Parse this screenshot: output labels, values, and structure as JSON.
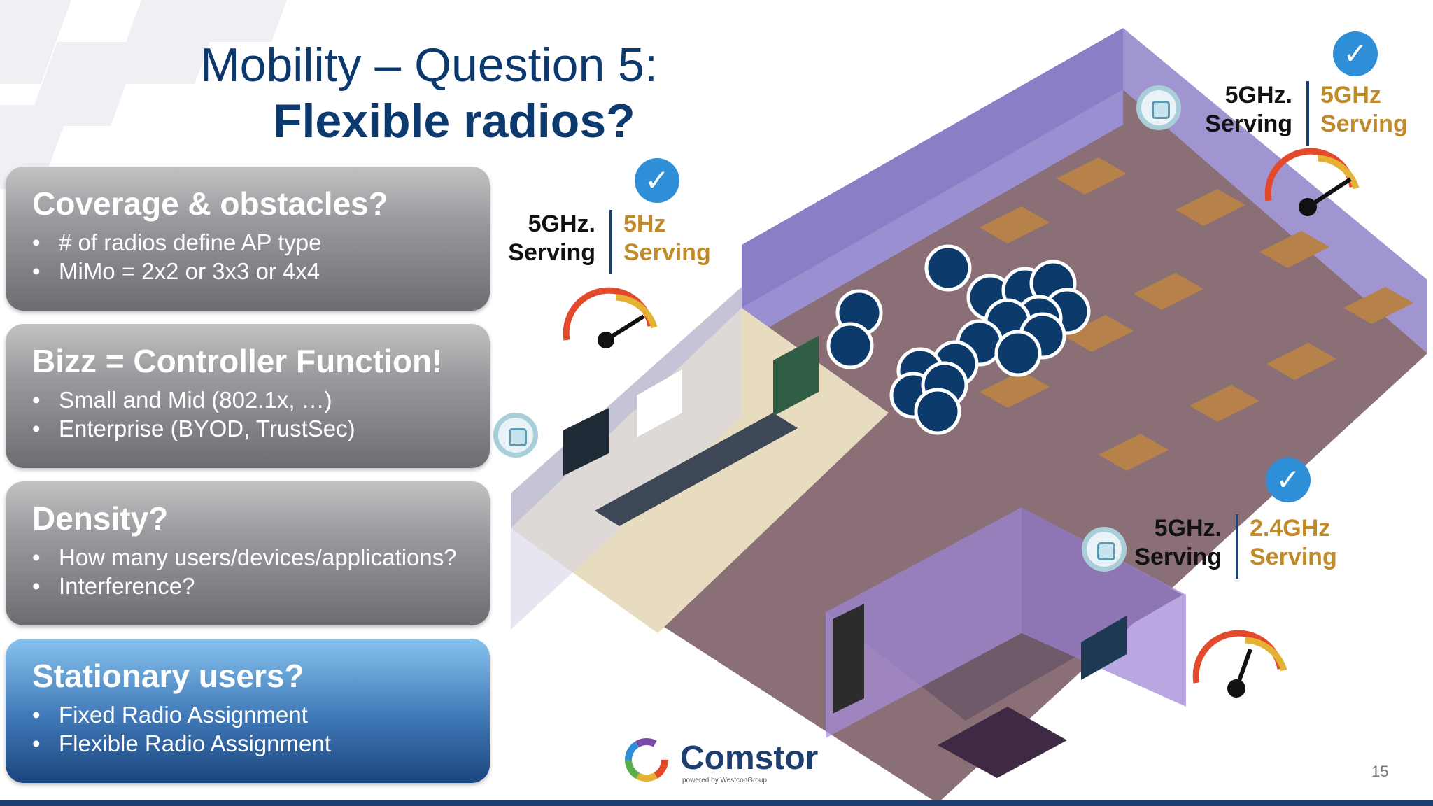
{
  "title": {
    "line1": "Mobility – Question 5:",
    "line2": "Flexible radios?"
  },
  "panels": [
    {
      "title": "Coverage & obstacles?",
      "bullets": [
        "# of radios define AP type",
        "MiMo = 2x2 or 3x3 or 4x4"
      ]
    },
    {
      "title": "Bizz = Controller Function!",
      "bullets": [
        "Small and Mid (802.1x, …)",
        "Enterprise (BYOD, TrustSec)"
      ]
    },
    {
      "title": "Density?",
      "bullets": [
        "How many users/devices/applications?",
        "Interference?"
      ]
    },
    {
      "title": "Stationary users?",
      "bullets": [
        "Fixed Radio Assignment",
        "Flexible Radio Assignment"
      ]
    }
  ],
  "serving_labels": [
    {
      "left": "5GHz.",
      "left2": "Serving",
      "right": "5Hz",
      "right2": "Serving"
    },
    {
      "left": "5GHz.",
      "left2": "Serving",
      "right": "5GHz",
      "right2": "Serving"
    },
    {
      "left": "5GHz.",
      "left2": "Serving",
      "right": "2.4GHz",
      "right2": "Serving"
    }
  ],
  "icons": {
    "check": "check-icon",
    "access_point": "access-point-icon",
    "gauge": "gauge-icon",
    "user": "user-icon",
    "check_glyph": "✓"
  },
  "colors": {
    "title": "#0d3a6e",
    "accent_orange": "#c08a2a",
    "check_blue": "#2e8ed8",
    "footer": "#1c3f70",
    "floor": "#8a6f76",
    "wall": "#8f83c9"
  },
  "brand": {
    "name": "Comstor",
    "tagline": "powered by WestconGroup"
  },
  "page_number": "15"
}
